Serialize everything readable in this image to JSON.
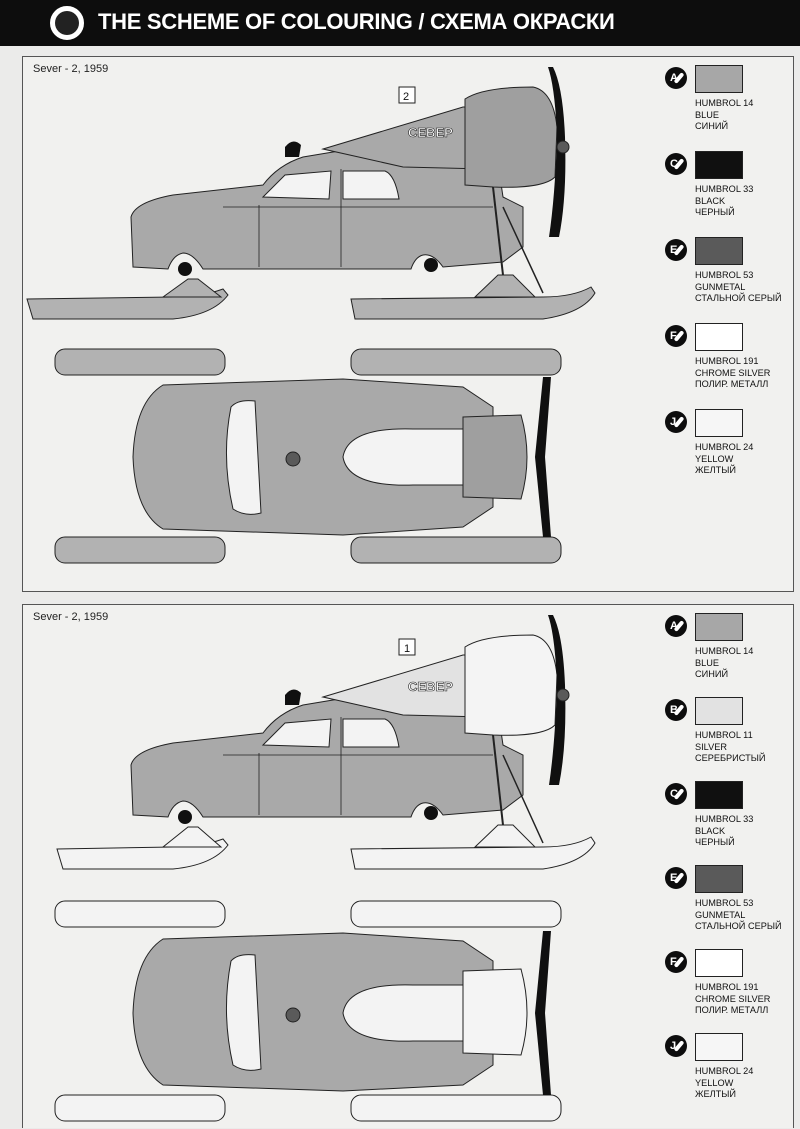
{
  "header": {
    "title": "THE SCHEME OF COLOURING / СХЕМА ОКРАСКИ",
    "logo_icon": "circle-emblem-icon"
  },
  "colors": {
    "A": "#a7a7a7",
    "B": "#e2e2e2",
    "C": "#101010",
    "E": "#5a5a5a",
    "F": "#ffffff",
    "J": "#f6f6f6",
    "body_blue": "#a9a9a9",
    "sled_dark": "#b2b2b2",
    "sled_light": "#f3f3f3",
    "engine_dark": "#9f9f9f",
    "engine_light": "#f4f4f4"
  },
  "panels": [
    {
      "label": "Sever - 2, 1959",
      "variant_number": "2",
      "hull_text": "СЕВЕР",
      "swatches": [
        {
          "code": "A",
          "humbrol": "HUMBROL 14",
          "en": "BLUE",
          "ru": "СИНИЙ"
        },
        {
          "code": "C",
          "humbrol": "HUMBROL 33",
          "en": "BLACK",
          "ru": "ЧЕРНЫЙ"
        },
        {
          "code": "E",
          "humbrol": "HUMBROL 53",
          "en": "GUNMETAL",
          "ru": "СТАЛЬНОЙ СЕРЫЙ"
        },
        {
          "code": "F",
          "humbrol": "HUMBROL 191",
          "en": "CHROME SILVER",
          "ru": "ПОЛИР. МЕТАЛЛ"
        },
        {
          "code": "J",
          "humbrol": "HUMBROL 24",
          "en": "YELLOW",
          "ru": "ЖЕЛТЫЙ"
        }
      ]
    },
    {
      "label": "Sever - 2, 1959",
      "variant_number": "1",
      "hull_text": "СЕВЕР",
      "swatches": [
        {
          "code": "A",
          "humbrol": "HUMBROL 14",
          "en": "BLUE",
          "ru": "СИНИЙ"
        },
        {
          "code": "B",
          "humbrol": "HUMBROL 11",
          "en": "SILVER",
          "ru": "СЕРЕБРИСТЫЙ"
        },
        {
          "code": "C",
          "humbrol": "HUMBROL 33",
          "en": "BLACK",
          "ru": "ЧЕРНЫЙ"
        },
        {
          "code": "E",
          "humbrol": "HUMBROL 53",
          "en": "GUNMETAL",
          "ru": "СТАЛЬНОЙ СЕРЫЙ"
        },
        {
          "code": "F",
          "humbrol": "HUMBROL 191",
          "en": "CHROME SILVER",
          "ru": "ПОЛИР. МЕТАЛЛ"
        },
        {
          "code": "J",
          "humbrol": "HUMBROL 24",
          "en": "YELLOW",
          "ru": "ЖЕЛТЫЙ"
        }
      ]
    }
  ]
}
